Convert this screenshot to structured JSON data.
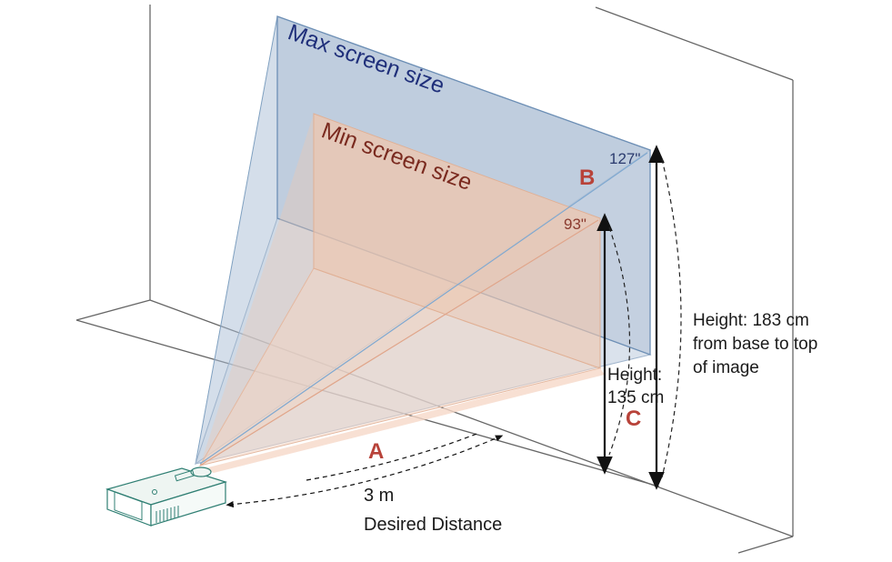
{
  "labels": {
    "max_screen": "Max screen size",
    "min_screen": "Min screen size",
    "max_diag": "127\"",
    "min_diag": "93\"",
    "letter_a": "A",
    "letter_b": "B",
    "letter_c": "C",
    "distance_value": "3 m",
    "distance_caption": "Desired Distance",
    "min_height_line1": "Height:",
    "min_height_line2": "135 cm",
    "max_height_line1": "Height: 183 cm",
    "max_height_line2": "from base to top",
    "max_height_line3": "of image"
  },
  "colors": {
    "max_screen_fill": "#b9c8db",
    "min_screen_fill": "#f3d6c4",
    "max_text": "#1f2f7a",
    "min_text": "#7a2a1f",
    "letter": "#b8433a",
    "line": "#555555"
  }
}
